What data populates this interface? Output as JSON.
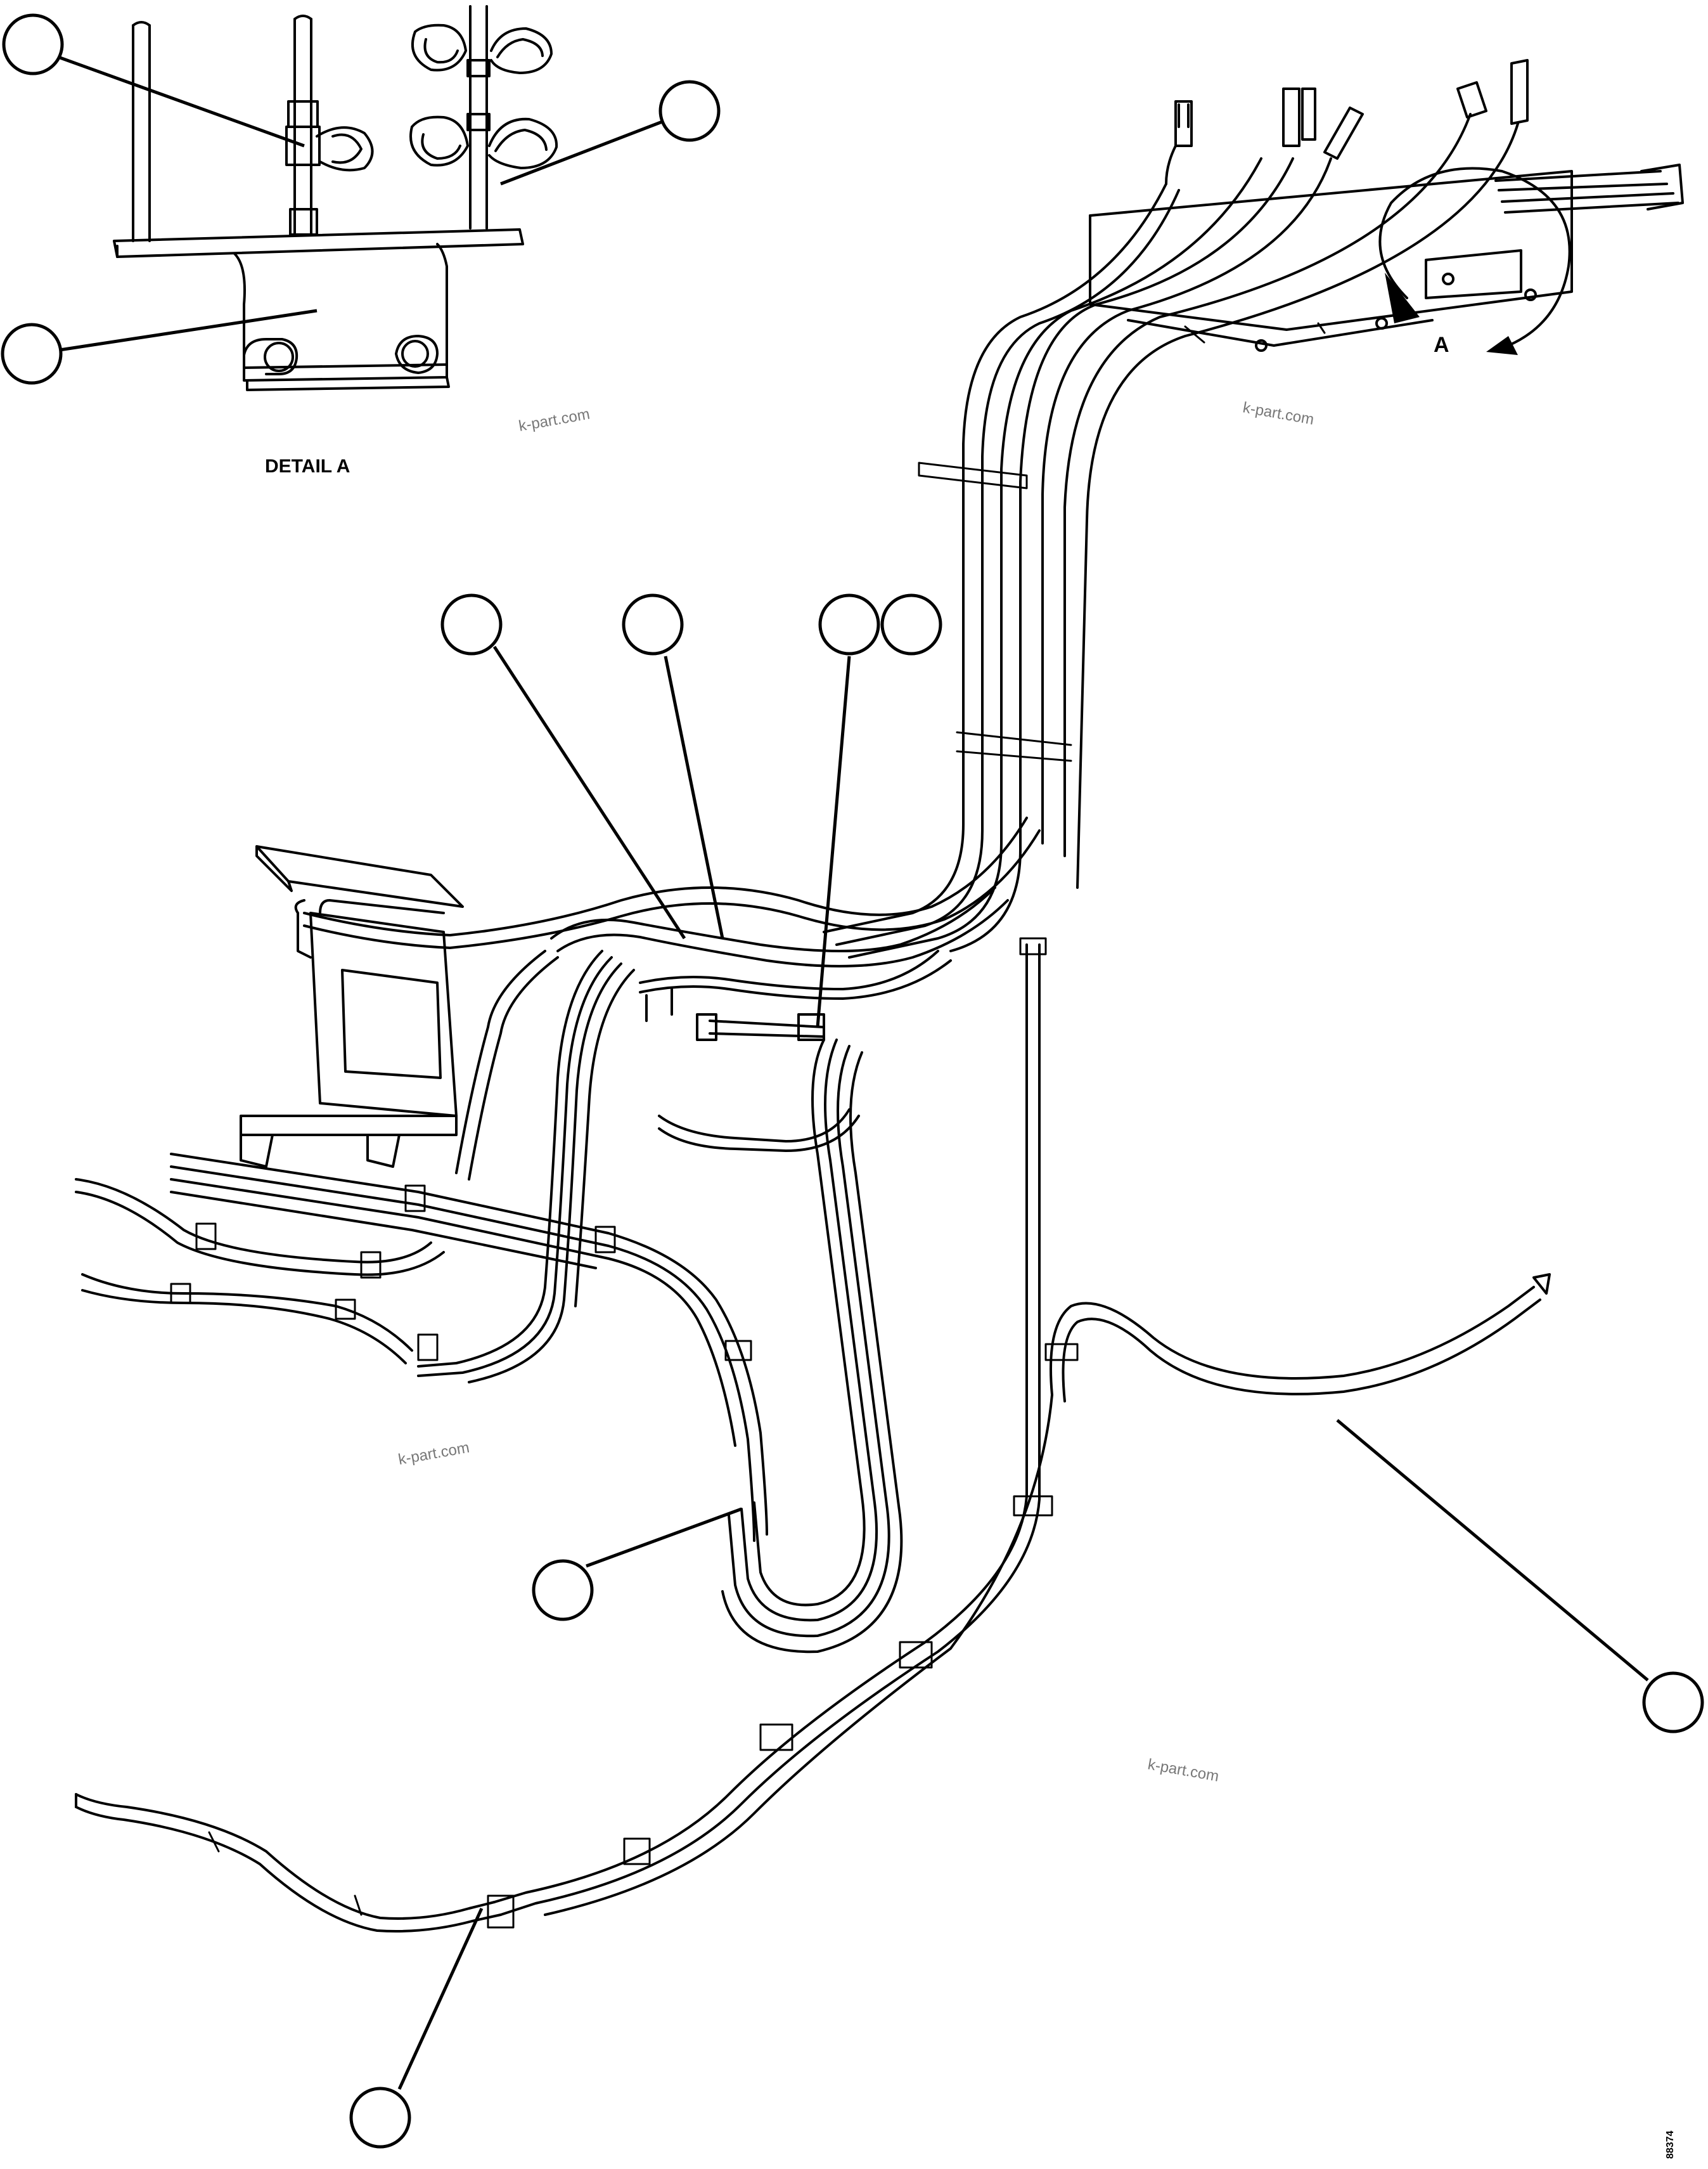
{
  "diagram": {
    "detail_label": "DETAIL A",
    "view_marker_label": "A",
    "watermarks": [
      "k-part.com",
      "k-part.com",
      "k-part.com",
      "k-part.com"
    ],
    "drawing_number": "88374"
  },
  "callouts": [
    {
      "id": "c1",
      "label": ""
    },
    {
      "id": "c2",
      "label": ""
    },
    {
      "id": "c3",
      "label": ""
    },
    {
      "id": "c4",
      "label": ""
    },
    {
      "id": "c5",
      "label": ""
    },
    {
      "id": "c6",
      "label": ""
    },
    {
      "id": "c7",
      "label": ""
    },
    {
      "id": "c8",
      "label": ""
    },
    {
      "id": "c9",
      "label": ""
    },
    {
      "id": "c10",
      "label": ""
    },
    {
      "id": "c11",
      "label": ""
    }
  ]
}
